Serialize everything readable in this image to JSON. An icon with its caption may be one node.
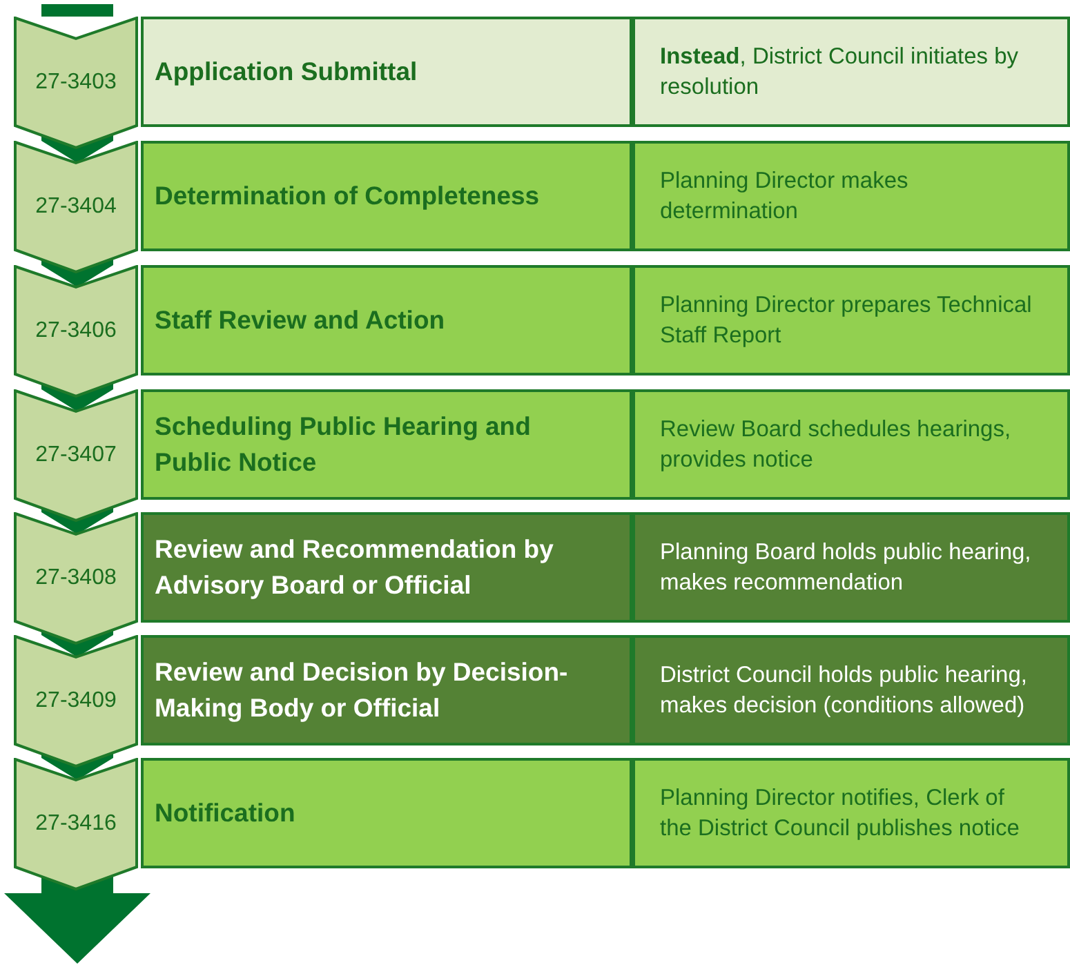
{
  "diagram": {
    "nodes": [
      {
        "text": [
          "27-3403"
        ]
      },
      {
        "text": [
          "Application Submittal"
        ]
      },
      {
        "text": [
          "**Instead**, District Council initiates by resolution"
        ]
      },
      {
        "text": [
          "27-3404"
        ]
      },
      {
        "text": [
          "Determination of Completeness"
        ]
      },
      {
        "text": [
          "Planning Director makes determination"
        ]
      },
      {
        "text": [
          "27-3406"
        ]
      },
      {
        "text": [
          "Staff Review and Action"
        ]
      },
      {
        "text": [
          "Planning Director prepares Technical Staff Report"
        ]
      },
      {
        "text": [
          "27-3407"
        ]
      },
      {
        "text": [
          "Scheduling Public Hearing and Public Notice"
        ]
      },
      {
        "text": [
          "Review Board schedules hearings, provides notice"
        ]
      },
      {
        "text": [
          "27-3408"
        ]
      },
      {
        "text": [
          "Review and Recommendation by Advisory Board or Official"
        ]
      },
      {
        "text": [
          "Planning Board holds public hearing, makes recommendation"
        ]
      },
      {
        "text": [
          "27-3409"
        ]
      },
      {
        "text": [
          "Review and Decision by Decision-Making Body or Official"
        ]
      },
      {
        "text": [
          "District Council holds public hearing, makes decision (conditions allowed)"
        ]
      },
      {
        "text": [
          "27-3416"
        ]
      },
      {
        "text": [
          "Notification"
        ]
      },
      {
        "text": [
          "Planning Director notifies, Clerk of the District Council publishes notice"
        ]
      }
    ],
    "edges": [
      {
        "from": null,
        "to": 0,
        "arrow": "none"
      },
      {
        "from": 0,
        "to": 3,
        "arrow": "to"
      },
      {
        "from": 3,
        "to": 6,
        "arrow": "to"
      },
      {
        "from": 6,
        "to": 9,
        "arrow": "to"
      },
      {
        "from": 9,
        "to": 12,
        "arrow": "to"
      },
      {
        "from": 12,
        "to": 15,
        "arrow": "to"
      },
      {
        "from": 15,
        "to": 18,
        "arrow": "to"
      },
      {
        "from": 18,
        "to": null,
        "arrow": "to"
      }
    ]
  }
}
